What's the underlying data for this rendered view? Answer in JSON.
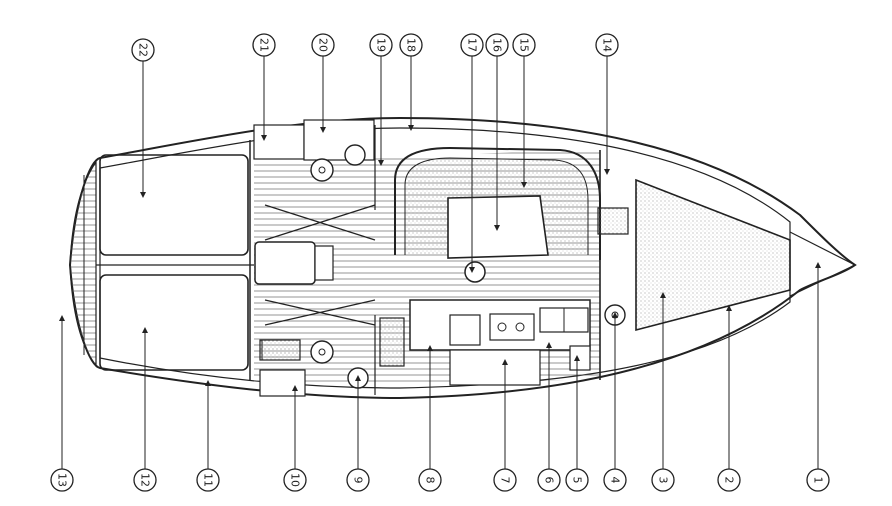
{
  "diagram": {
    "colors": {
      "ink": "#222222",
      "paper": "#ffffff",
      "hatch": "#555555"
    },
    "callouts_bottom": [
      {
        "label": "1"
      },
      {
        "label": "2"
      },
      {
        "label": "3"
      },
      {
        "label": "4"
      },
      {
        "label": "5"
      },
      {
        "label": "6"
      },
      {
        "label": "7"
      },
      {
        "label": "8"
      },
      {
        "label": "9"
      },
      {
        "label": "10"
      },
      {
        "label": "11"
      },
      {
        "label": "12"
      },
      {
        "label": "13"
      }
    ],
    "callouts_top": [
      {
        "label": "14"
      },
      {
        "label": "15"
      },
      {
        "label": "16"
      },
      {
        "label": "17"
      },
      {
        "label": "18"
      },
      {
        "label": "19"
      },
      {
        "label": "20"
      },
      {
        "label": "21"
      },
      {
        "label": "22"
      }
    ]
  }
}
